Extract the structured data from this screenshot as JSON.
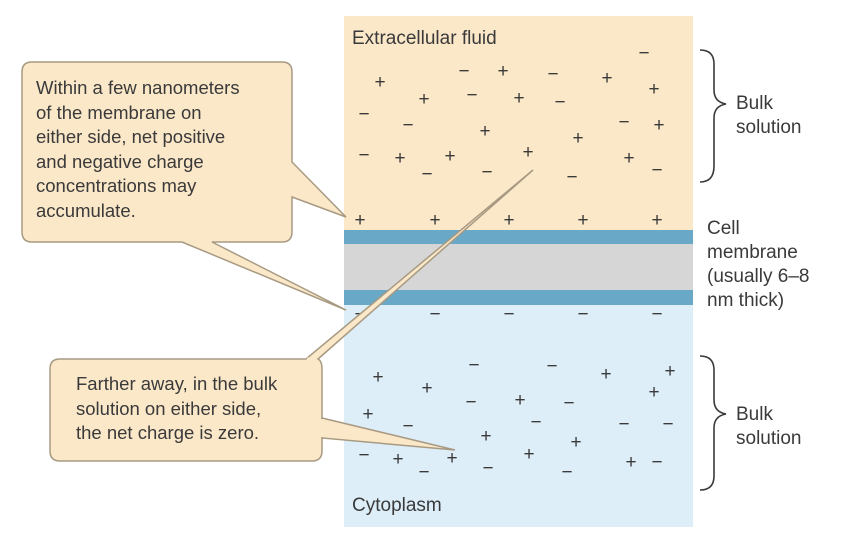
{
  "regions": {
    "extracellular_label": "Extracellular fluid",
    "cytoplasm_label": "Cytoplasm"
  },
  "side_labels": {
    "bulk_top": "Bulk\nsolution",
    "membrane": "Cell\nmembrane\n(usually 6–8\nnm thick)",
    "bulk_bottom": "Bulk\nsolution"
  },
  "callouts": {
    "top": "Within a few nanometers\nof the membrane on\neither side, net positive\nand negative charge\nconcentrations may\naccumulate.",
    "bottom": "Farther away, in the bulk\nsolution on either side,\nthe net charge is zero."
  },
  "colors": {
    "extracellular": "#fbe8c9",
    "cytoplasm": "#ddeef9",
    "membrane_edge": "#6aa8c8",
    "membrane_core": "#d6d6d6",
    "callout_fill": "#fbe8c9",
    "callout_stroke": "#a89a82"
  }
}
